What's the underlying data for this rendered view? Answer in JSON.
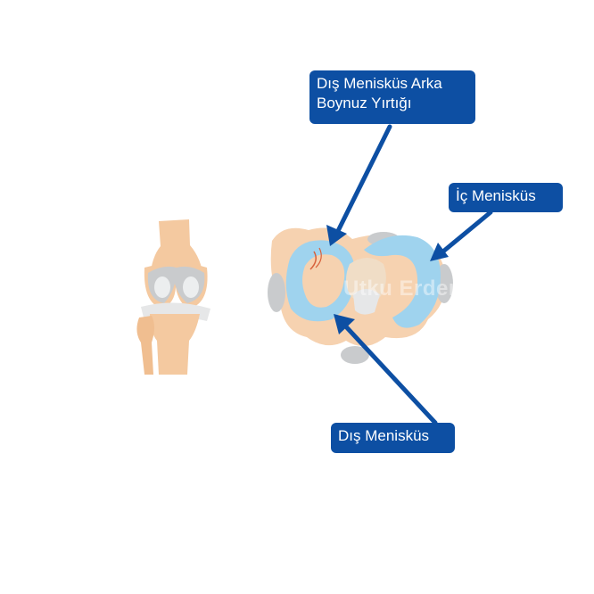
{
  "labels": {
    "posterior_horn_tear": "Dış Menisküs Arka\nBoynuz Yırtığı",
    "medial_meniscus": "İç Menisküs",
    "lateral_meniscus": "Dış Menisküs"
  },
  "watermark": "Utku Erdem",
  "colors": {
    "label_bg": "#0d4fa3",
    "bone": "#f4c9a0",
    "cartilage": "#c9cbcd",
    "meniscus": "#9fd3ee",
    "arrow": "#0d4fa3"
  },
  "icons": [
    "knee-joint-front-illustration",
    "tibial-plateau-meniscus-illustration"
  ]
}
